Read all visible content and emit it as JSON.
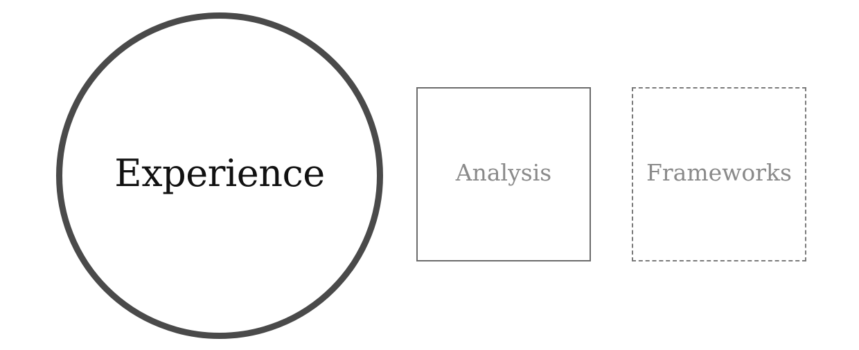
{
  "diagram": {
    "primary": {
      "label": "Experience"
    },
    "secondary": [
      {
        "label": "Analysis",
        "style": "solid"
      },
      {
        "label": "Frameworks",
        "style": "dashed"
      }
    ]
  }
}
